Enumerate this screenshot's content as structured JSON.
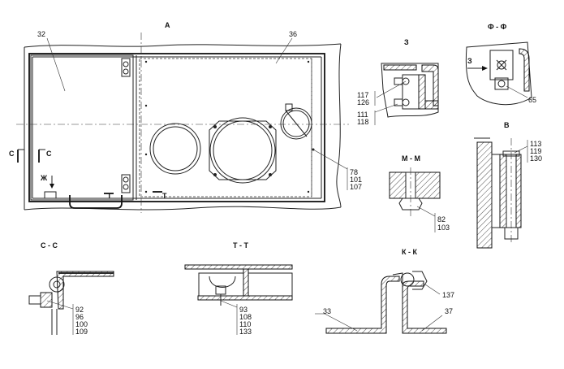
{
  "views": {
    "main": {
      "title": "А",
      "part_left": "32",
      "part_right": "36",
      "section_c": "С",
      "section_t": "Т",
      "arrow_zh": "Ж",
      "callout": [
        "78",
        "101",
        "107"
      ]
    },
    "z": {
      "title": "З",
      "callout_a": [
        "117",
        "126"
      ],
      "callout_b": [
        "111",
        "118"
      ]
    },
    "ff": {
      "title": "Ф - Ф",
      "arrow": "З",
      "callout": "65"
    },
    "v": {
      "title": "В",
      "callout": [
        "113",
        "119",
        "130"
      ]
    },
    "mm": {
      "title": "М - М",
      "callout": [
        "82",
        "103"
      ]
    },
    "cc": {
      "title": "С - С",
      "callout": [
        "92",
        "96",
        "100",
        "109"
      ]
    },
    "tt": {
      "title": "Т - Т",
      "callout": [
        "93",
        "108",
        "110",
        "133"
      ]
    },
    "kk": {
      "title": "К - К",
      "left": "33",
      "right": "37",
      "top": "137"
    }
  }
}
